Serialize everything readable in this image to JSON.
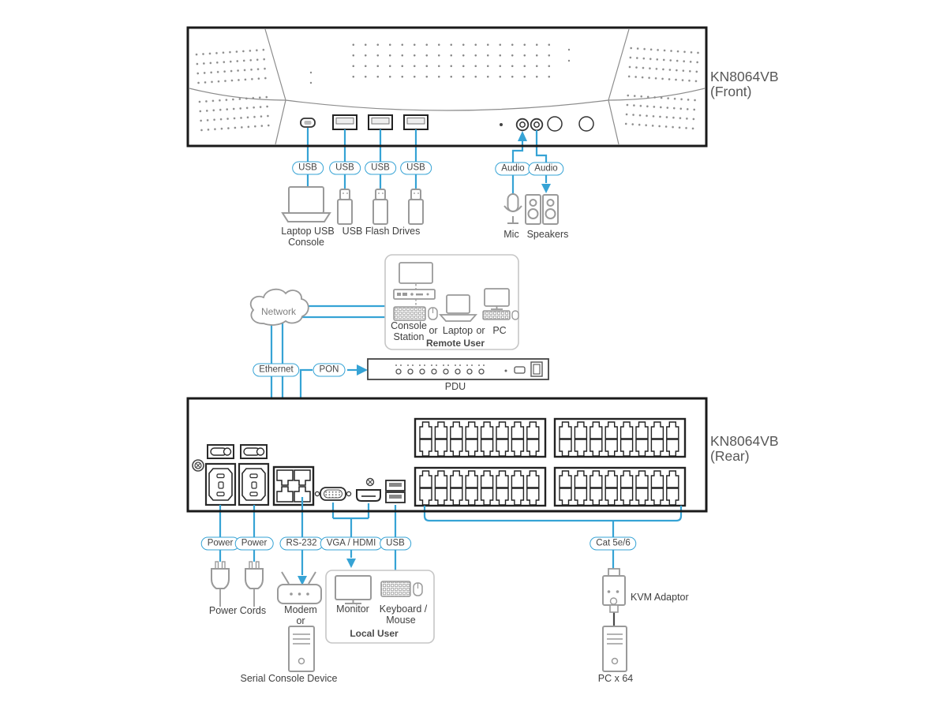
{
  "colors": {
    "accent": "#36a3d5",
    "panel_outline": "#1a1a1a",
    "icon_gray": "#9a9a9a",
    "label_text": "#3f3f3f",
    "model_text": "#575757"
  },
  "front": {
    "model_line1": "KN8064VB",
    "model_line2": "(Front)",
    "usb_pills": [
      "USB",
      "USB",
      "USB",
      "USB"
    ],
    "audio_pills": [
      "Audio",
      "Audio"
    ],
    "laptop_label_line1": "Laptop USB",
    "laptop_label_line2": "Console",
    "flash_drives_label": "USB Flash Drives",
    "mic_label": "Mic",
    "speakers_label": "Speakers"
  },
  "middle": {
    "network_label": "Network",
    "ethernet_pill": "Ethernet",
    "pon_pill": "PON",
    "pdu_label": "PDU",
    "remote_user": {
      "console_line1": "Console",
      "console_line2": "Station",
      "or_1": "or",
      "laptop_label": "Laptop",
      "or_2": "or",
      "pc_label": "PC",
      "title": "Remote User"
    }
  },
  "rear": {
    "model_line1": "KN8064VB",
    "model_line2": "(Rear)",
    "power_pills": [
      "Power",
      "Power"
    ],
    "rs232_pill": "RS-232",
    "vga_hdmi_pill": "VGA / HDMI",
    "usb_pill": "USB",
    "cat_pill": "Cat 5e/6",
    "power_cords_label": "Power Cords",
    "modem_label": "Modem",
    "or_label": "or",
    "serial_device_label": "Serial Console Device",
    "local_user": {
      "monitor_label": "Monitor",
      "keyboard_line1": "Keyboard /",
      "keyboard_line2": "Mouse",
      "title": "Local User"
    },
    "kvm_adaptor_label": "KVM Adaptor",
    "pc_label": "PC x 64"
  }
}
